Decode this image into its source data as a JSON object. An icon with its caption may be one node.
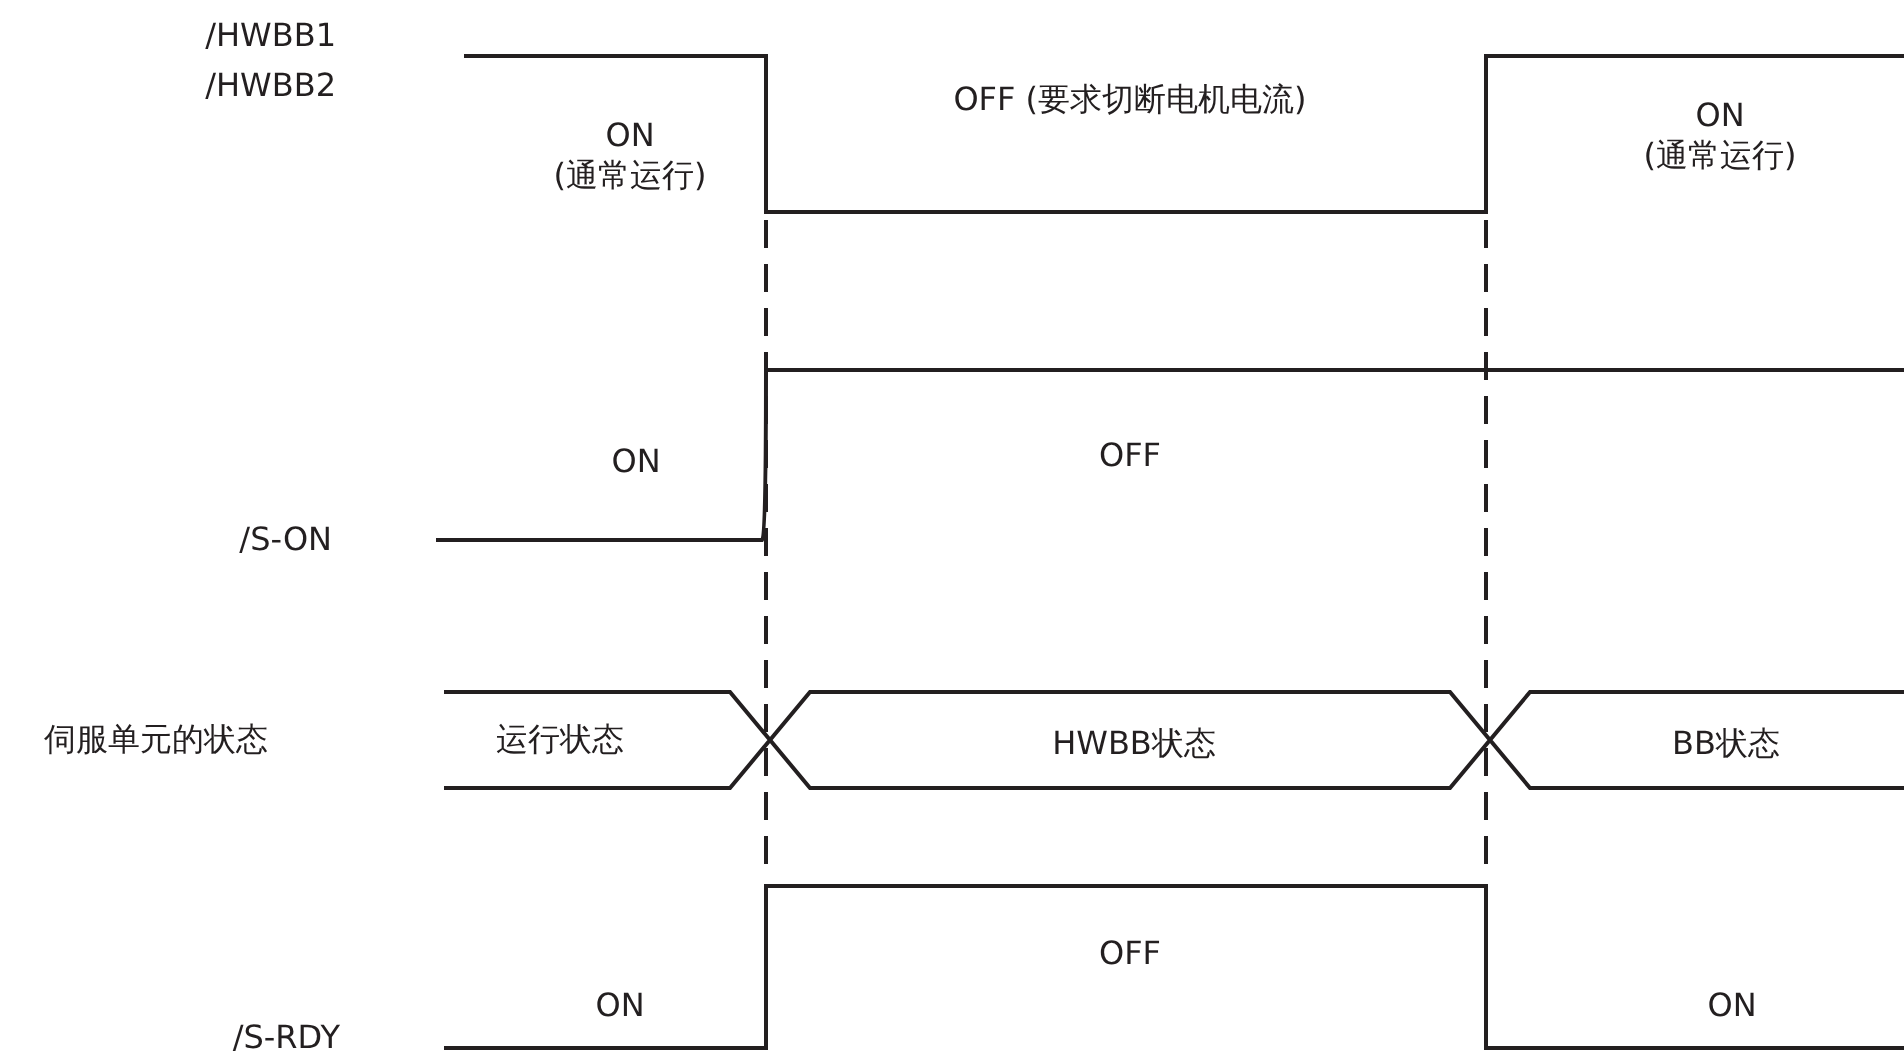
{
  "diagram": {
    "labels": [
      "/HWBB1",
      "/HWBB2",
      "ON (通常运行)",
      "OFF (要求切断电机电流)",
      "ON (通常运行)",
      "ON",
      "OFF",
      "/S-ON",
      "伺服单元的状态",
      "运行状态",
      "HWBB状态",
      "BB状态",
      "OFF",
      "ON",
      "ON",
      "/S-RDY"
    ]
  }
}
